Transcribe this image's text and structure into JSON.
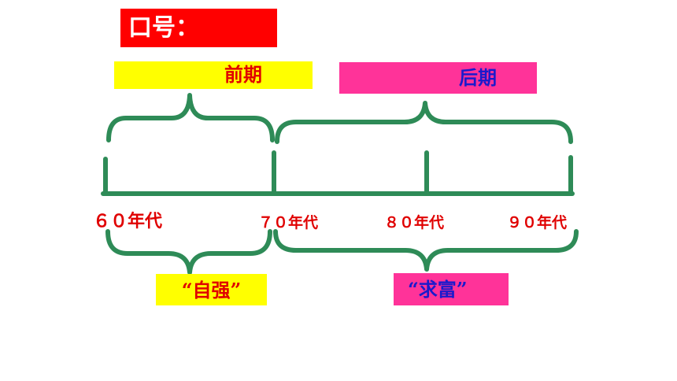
{
  "title": "口号：",
  "periods": {
    "early": "前期",
    "late": "后期"
  },
  "decades": [
    "６０年代",
    "７０年代",
    "８０年代",
    "９０年代"
  ],
  "slogans": {
    "early": "“自强”",
    "late": "“求富”"
  },
  "colors": {
    "title_bg": "#ff0000",
    "highlight_yellow": "#ffff00",
    "highlight_pink": "#ff3399",
    "text_red": "#e00000",
    "text_blue": "#1a1acc",
    "line_green": "#2e8b57"
  }
}
